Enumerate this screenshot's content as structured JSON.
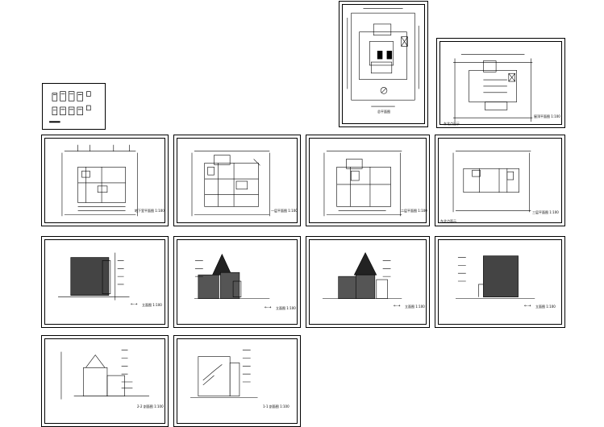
{
  "drawing_set": {
    "sheets": [
      {
        "id": "s_index",
        "title": "",
        "scale": ""
      },
      {
        "id": "s_site",
        "title": "总平面图",
        "scale": ""
      },
      {
        "id": "s_roof",
        "title": "屋顶平面图",
        "scale": "1:100"
      },
      {
        "id": "s_roof_alt",
        "title": "东北点面示",
        "scale": ""
      },
      {
        "id": "s_base",
        "title": "地下室平面图",
        "scale": "1:100"
      },
      {
        "id": "s_f1",
        "title": "一层平面图",
        "scale": "1:100"
      },
      {
        "id": "s_f2",
        "title": "二层平面图",
        "scale": "1:100"
      },
      {
        "id": "s_f3",
        "title": "三层平面图",
        "scale": "1:100"
      },
      {
        "id": "s_f3_alt",
        "title": "东北点面示",
        "scale": ""
      },
      {
        "id": "s_e1",
        "title": "立面图",
        "scale": "1:100"
      },
      {
        "id": "s_e2",
        "title": "立面图",
        "scale": "1:100"
      },
      {
        "id": "s_e3",
        "title": "立面图",
        "scale": "1:100"
      },
      {
        "id": "s_e4",
        "title": "立面图",
        "scale": "1:100"
      },
      {
        "id": "s_sec2",
        "title": "2-2 剖面图",
        "scale": "1:100"
      },
      {
        "id": "s_sec1",
        "title": "1-1 剖面图",
        "scale": "1:100"
      }
    ],
    "elev_arrow": "←→"
  },
  "colors": {
    "line": "#000000",
    "paper": "#ffffff"
  }
}
